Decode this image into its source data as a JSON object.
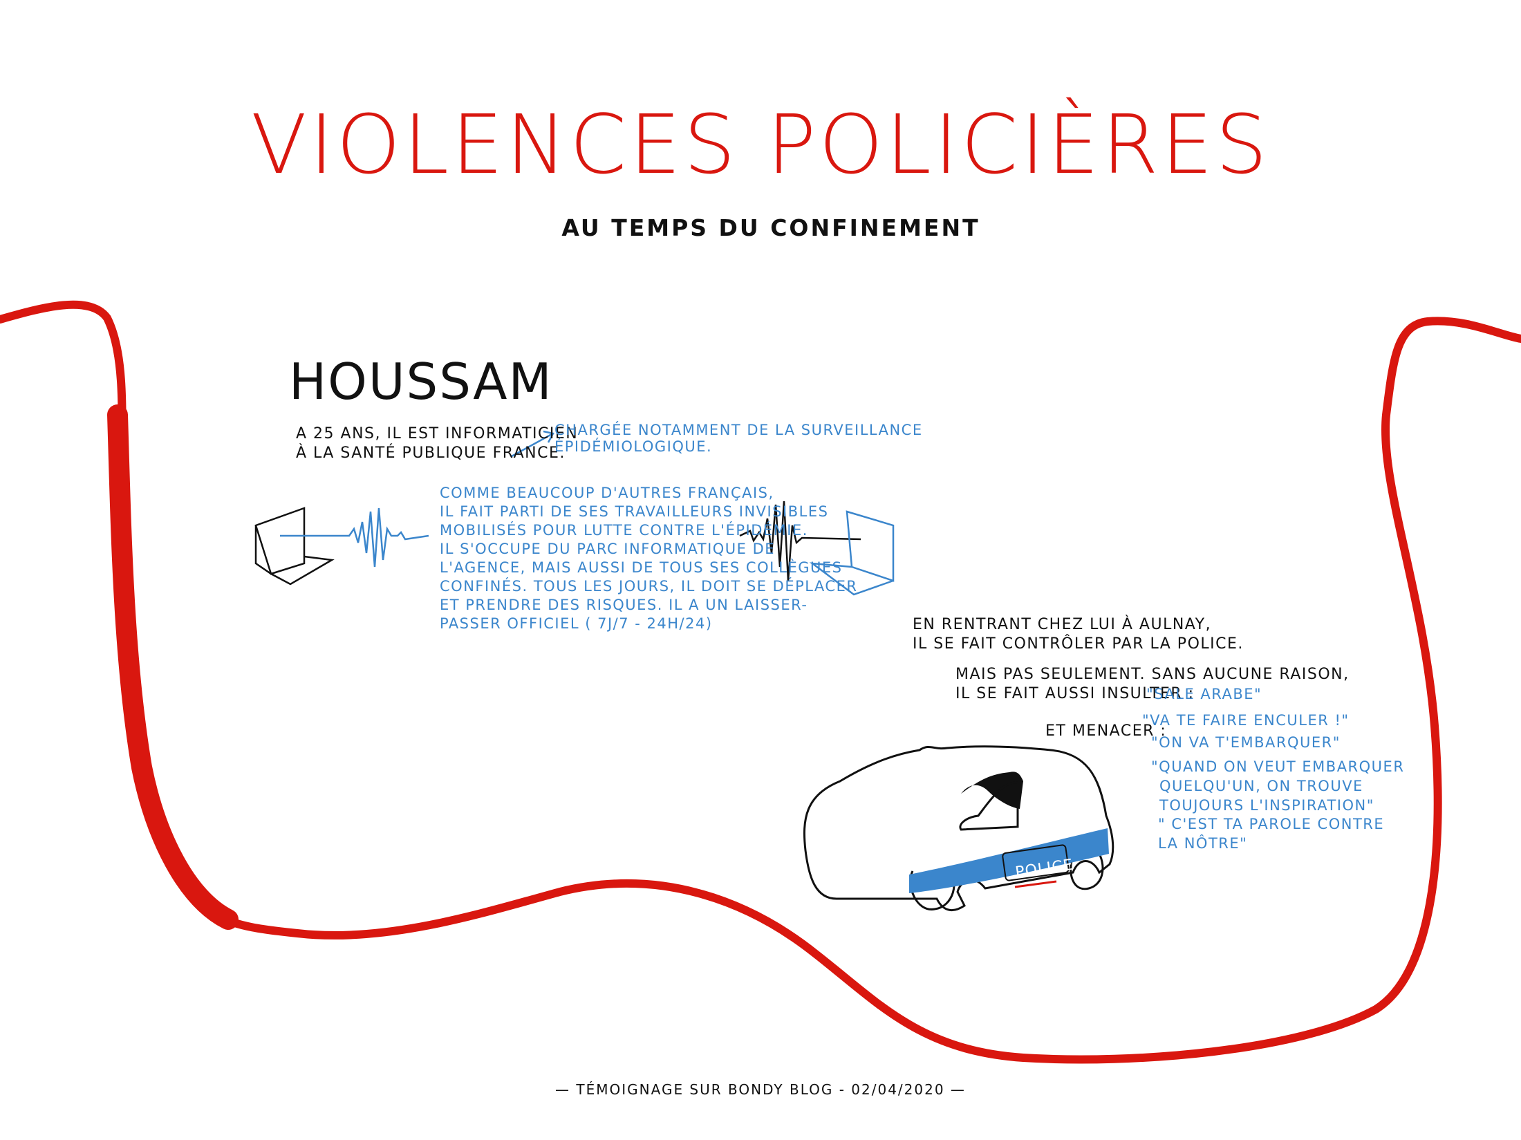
{
  "colors": {
    "red": "#d9170f",
    "blue": "#3b86cc",
    "ink": "#111111"
  },
  "title": "VIOLENCES POLICIÈRES",
  "subtitle": "AU TEMPS DU CONFINEMENT",
  "name": "HOUSSAM",
  "intro": {
    "line1": "A 25 ANS, IL EST INFORMATICIEN",
    "line2": "À LA SANTÉ PUBLIQUE FRANCE."
  },
  "note": {
    "line1": "CHARGÉE NOTAMMENT DE LA SURVEILLANCE",
    "line2": "ÉPIDÉMIOLOGIQUE."
  },
  "story": [
    "COMME BEAUCOUP D'AUTRES FRANÇAIS,",
    "IL FAIT PARTI DE SES TRAVAILLEURS INVISIBLES",
    "MOBILISÉS POUR LUTTE CONTRE L'ÉPIDÉMIE.",
    "IL S'OCCUPE DU PARC INFORMATIQUE DE",
    "L'AGENCE, MAIS AUSSI DE TOUS SES COLLÈGUES",
    "CONFINÉS. TOUS LES JOURS, IL DOIT SE DÉPLACER",
    "ET PRENDRE DES RISQUES. IL A UN LAISSER-",
    "PASSER OFFICIEL ( 7j/7 - 24h/24)"
  ],
  "incident": {
    "line1": "EN RENTRANT CHEZ LUI À AULNAY,",
    "line2": "IL SE FAIT CONTRÔLER PAR LA POLICE."
  },
  "insults_intro": {
    "line1": "MAIS PAS SEULEMENT. SANS AUCUNE RAISON,",
    "line2": "IL SE FAIT AUSSI INSULTER :"
  },
  "threat_label": "ET MENACER :",
  "quotes": {
    "q1": "\"SALE ARABE\"",
    "q2": "\"VA TE FAIRE ENCULER !\"",
    "q3": "\"ON VA T'EMBARQUER\"",
    "q4a": "\"QUAND ON VEUT EMBARQUER",
    "q4b": "QUELQU'UN, ON TROUVE",
    "q4c": "TOUJOURS L'INSPIRATION\"",
    "q5a": "\" C'EST TA PAROLE CONTRE",
    "q5b": "LA NÔTRE\""
  },
  "car_label": "POLICE",
  "footer": "— TÉMOIGNAGE SUR BONDY BLOG - 02/04/2020 —"
}
